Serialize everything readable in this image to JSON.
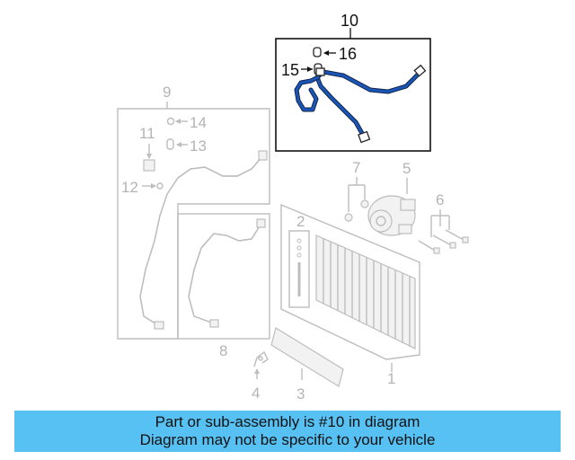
{
  "callouts": {
    "n1": "1",
    "n2": "2",
    "n3": "3",
    "n4": "4",
    "n5": "5",
    "n6": "6",
    "n7": "7",
    "n8": "8",
    "n9": "9",
    "n10": "10",
    "n11": "11",
    "n12": "12",
    "n13": "13",
    "n14": "14",
    "n15": "15",
    "n16": "16"
  },
  "highlight": {
    "part_number": "10",
    "pipe_color": "#1a56b8"
  },
  "banner": {
    "line1": "Part or sub-assembly is #10 in diagram",
    "line2": "Diagram may not be specific to your vehicle",
    "background": "#57c1f3"
  }
}
